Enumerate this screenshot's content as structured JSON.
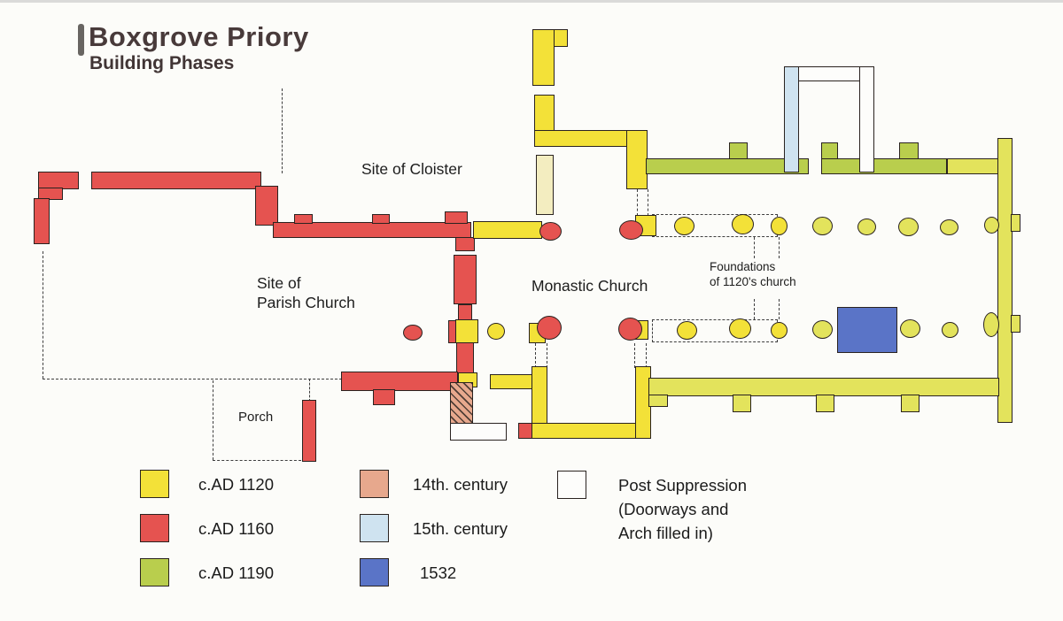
{
  "title": {
    "main": "Boxgrove Priory",
    "subtitle": "Building Phases"
  },
  "plan": {
    "labels": {
      "cloister": "Site of Cloister",
      "parish_line1": "Site of",
      "parish_line2": "Parish Church",
      "monastic": "Monastic Church",
      "foundations_line1": "Foundations",
      "foundations_line2": "of 1120's church",
      "porch": "Porch"
    }
  },
  "legend": {
    "items": [
      {
        "label": "c.AD 1120",
        "phase": "ad1120"
      },
      {
        "label": "c.AD 1160",
        "phase": "ad1160"
      },
      {
        "label": "c.AD 1190",
        "phase": "ad1190"
      },
      {
        "label": "14th. century",
        "phase": "c14"
      },
      {
        "label": "15th. century",
        "phase": "c15"
      },
      {
        "label": "1532",
        "phase": "y1532"
      }
    ],
    "post": {
      "phase": "post",
      "line1": "Post Suppression",
      "line2": "(Doorways and",
      "line3": "Arch filled in)"
    }
  },
  "phases": {
    "ad1120": "#f3e138",
    "ad1120_pale": "#f3edc0",
    "ad1160": "#e55350",
    "ad1190": "#b9ce4d",
    "ad1190_pale": "#e3e35c",
    "c14": "#e7a88d",
    "c15": "#cfe3f0",
    "y1532": "#5a74c7",
    "post": "#fdfdfb"
  },
  "outline_color": "#2a2320"
}
